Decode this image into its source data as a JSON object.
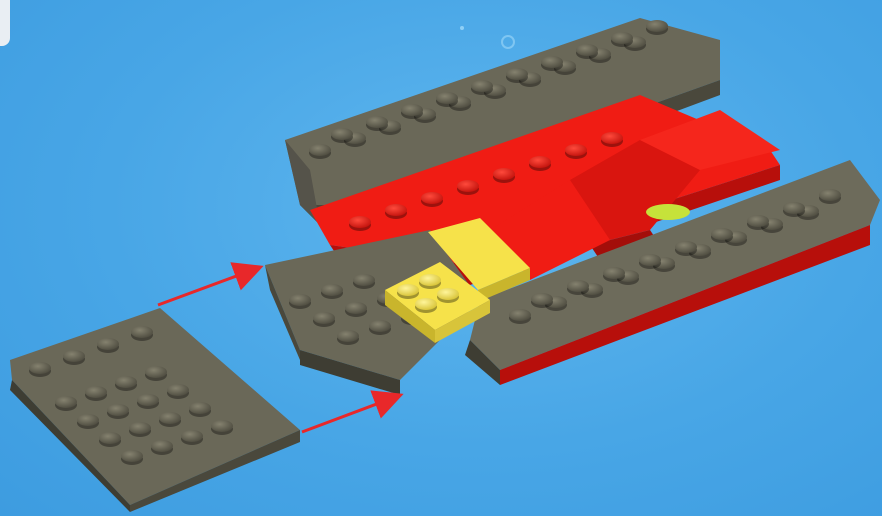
{
  "image": {
    "description_type": "lego-building-instruction-step",
    "background_color": "#4aa8e8",
    "colors": {
      "dark_gray": "#5c5a4c",
      "dark_gray_light": "#777464",
      "dark_gray_dark": "#3e3d33",
      "red": "#f01c14",
      "red_dark": "#b70f0b",
      "yellow": "#f6e24a",
      "yellow_dark": "#c9b52c",
      "yellow_green": "#c6e23a",
      "arrow": "#e8282a"
    },
    "parts": [
      {
        "name": "loose-inverted-slope-plate",
        "color": "dark_gray"
      },
      {
        "name": "main-assembly",
        "color": "dark_gray"
      },
      {
        "name": "red-plate-row",
        "color": "red"
      },
      {
        "name": "yellow-plates",
        "color": "yellow"
      }
    ],
    "arrows": 2
  }
}
